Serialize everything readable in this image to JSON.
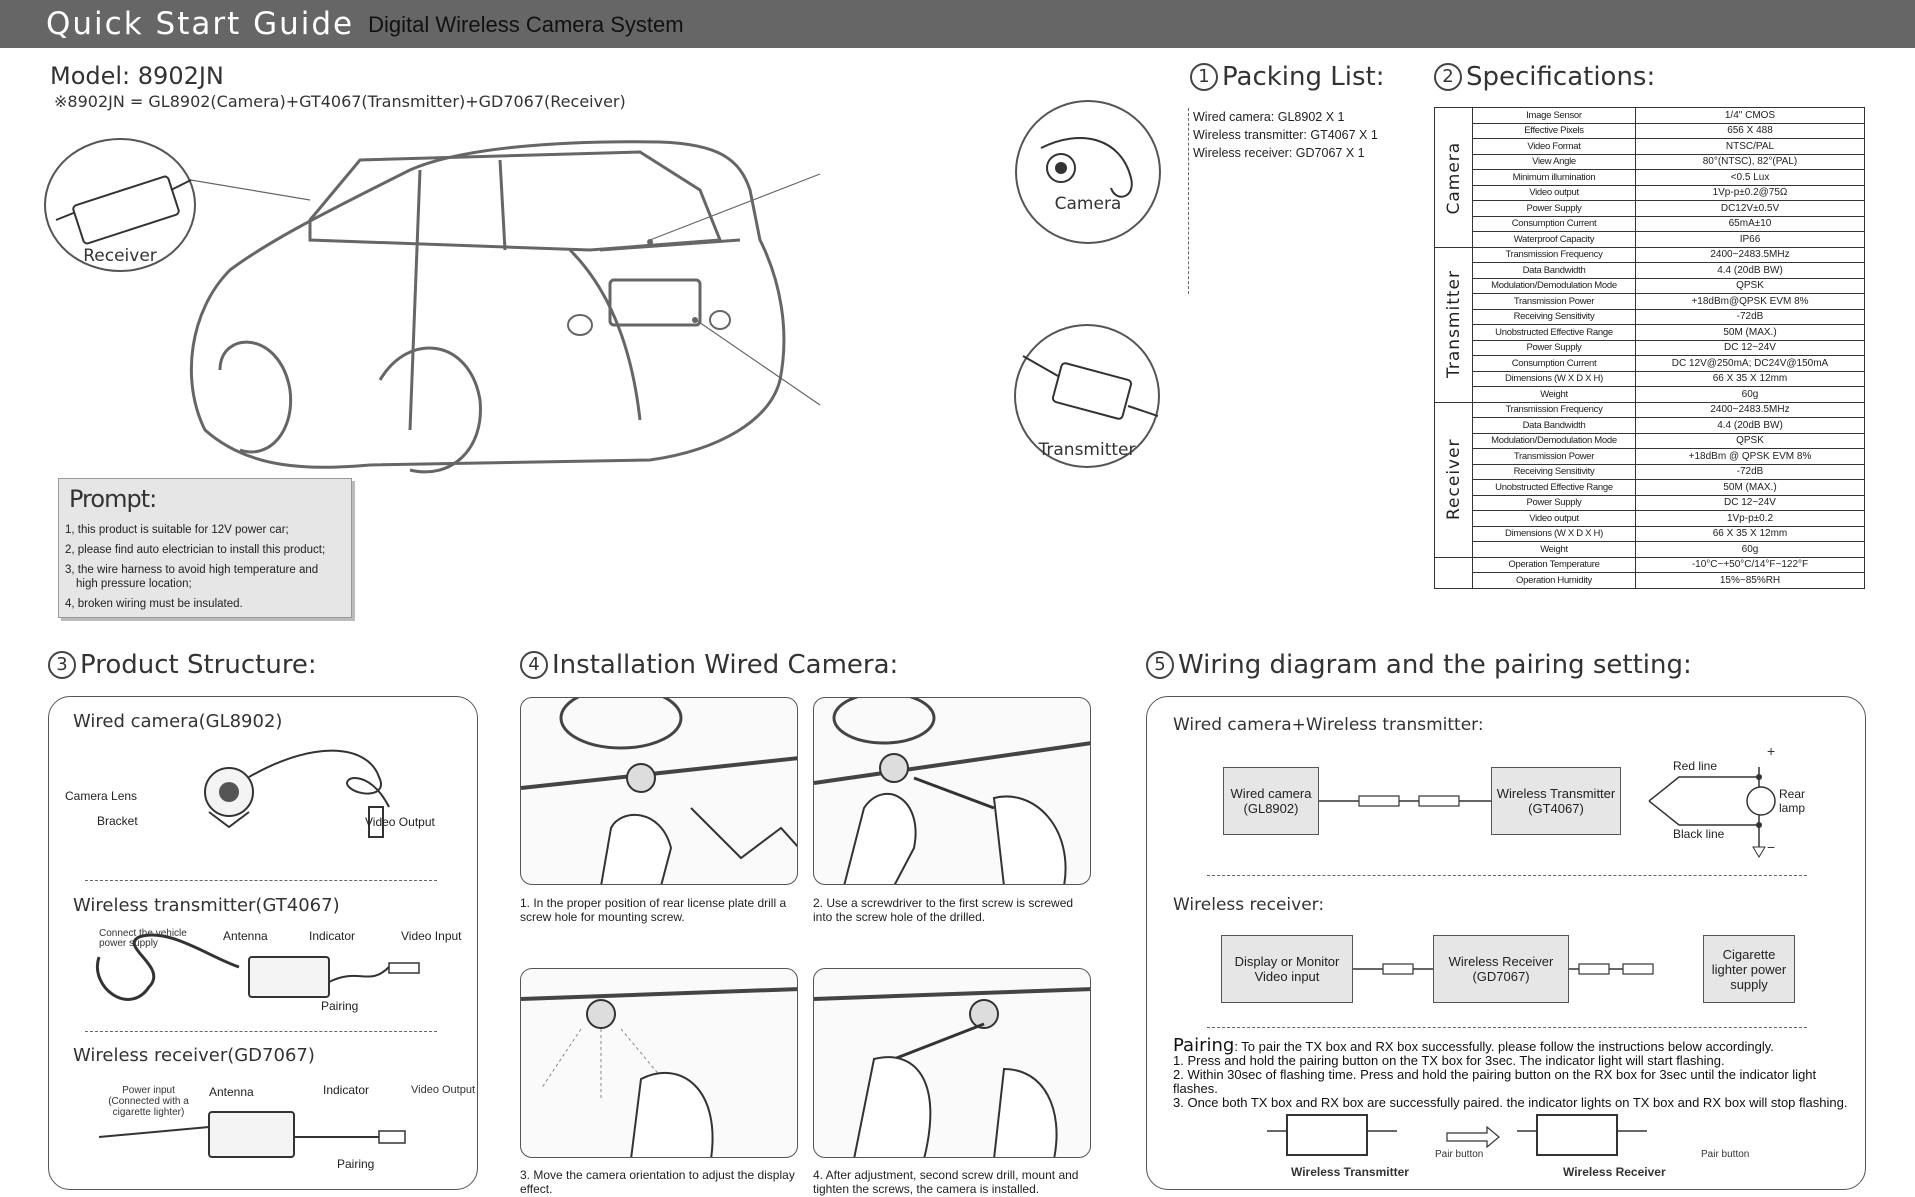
{
  "header": {
    "title": "Quick Start Guide",
    "subtitle": "Digital Wireless Camera System"
  },
  "model": {
    "name": "Model: 8902JN",
    "composition": "※8902JN = GL8902(Camera)+GT4067(Transmitter)+GD7067(Receiver)"
  },
  "car_diagram": {
    "receiver_label": "Receiver",
    "camera_label": "Camera",
    "transmitter_label": "Transmitter"
  },
  "prompt": {
    "title": "Prompt:",
    "items": [
      "1, this product is suitable for 12V power car;",
      "2, please find auto electrician to install this product;",
      "3, the wire harness to avoid high temperature and",
      "high pressure location;",
      "4, broken wiring must be insulated."
    ]
  },
  "packing": {
    "num": "①",
    "title": "Packing List:",
    "items": [
      "Wired camera: GL8902 X 1",
      "Wireless transmitter: GT4067 X 1",
      "Wireless receiver: GD7067 X 1"
    ]
  },
  "specs": {
    "num": "②",
    "title": "Specifications:",
    "groups": [
      {
        "name": "Camera",
        "rows": [
          [
            "Image Sensor",
            "1/4\" CMOS"
          ],
          [
            "Effective Pixels",
            "656 X 488"
          ],
          [
            "Video Format",
            "NTSC/PAL"
          ],
          [
            "View Angle",
            "80°(NTSC), 82°(PAL)"
          ],
          [
            "Minimum  illumination",
            "<0.5 Lux"
          ],
          [
            "Video output",
            "1Vp-p±0.2@75Ω"
          ],
          [
            "Power Supply",
            "DC12V±0.5V"
          ],
          [
            "Consumption Current",
            "65mA±10"
          ],
          [
            "Waterproof Capacity",
            "IP66"
          ]
        ]
      },
      {
        "name": "Transmitter",
        "rows": [
          [
            "Transmission Frequency",
            "2400~2483.5MHz"
          ],
          [
            "Data Bandwidth",
            "4.4 (20dB BW)"
          ],
          [
            "Modulation/Demodulation Mode",
            "QPSK"
          ],
          [
            "Transmission Power",
            "+18dBm@QPSK EVM 8%"
          ],
          [
            "Receiving Sensitivity",
            "-72dB"
          ],
          [
            "Unobstructed Effective Range",
            "50M (MAX.)"
          ],
          [
            "Power Supply",
            "DC 12~24V"
          ],
          [
            "Consumption Current",
            "DC 12V@250mA; DC24V@150mA"
          ],
          [
            "Dimensions (W X D X H)",
            "66 X 35 X 12mm"
          ],
          [
            "Weight",
            "60g"
          ]
        ]
      },
      {
        "name": "Receiver",
        "rows": [
          [
            "Transmission Frequency",
            "2400~2483.5MHz"
          ],
          [
            "Data Bandwidth",
            "4.4 (20dB BW)"
          ],
          [
            "Modulation/Demodulation Mode",
            "QPSK"
          ],
          [
            "Transmission Power",
            "+18dBm @ QPSK EVM 8%"
          ],
          [
            "Receiving Sensitivity",
            "-72dB"
          ],
          [
            "Unobstructed Effective Range",
            "50M (MAX.)"
          ],
          [
            "Power Supply",
            "DC 12~24V"
          ],
          [
            "Video  output",
            "1Vp-p±0.2"
          ],
          [
            "Dimensions (W X D X H)",
            "66 X 35 X 12mm"
          ],
          [
            "Weight",
            "60g"
          ]
        ]
      },
      {
        "name": "",
        "rows": [
          [
            "Operation Temperature",
            "-10°C~+50°C/14°F~122°F"
          ],
          [
            "Operation Humidity",
            "15%~85%RH"
          ]
        ]
      }
    ]
  },
  "structure": {
    "num": "③",
    "title": "Product Structure:",
    "camera": {
      "title": "Wired camera(GL8902)",
      "lens": "Camera Lens",
      "bracket": "Bracket",
      "video_output": "Video Output"
    },
    "transmitter": {
      "title": "Wireless transmitter(GT4067)",
      "power": "Connect the vehicle power supply",
      "antenna": "Antenna",
      "indicator": "Indicator",
      "video_input": "Video Input",
      "pairing": "Pairing"
    },
    "receiver": {
      "title": "Wireless receiver(GD7067)",
      "power": "Power input (Connected with a cigarette lighter)",
      "antenna": "Antenna",
      "indicator": "Indicator",
      "video_output": "Video Output",
      "pairing": "Pairing"
    }
  },
  "install": {
    "num": "④",
    "title": "Installation Wired Camera:",
    "steps": [
      "1. In the proper position of rear license plate drill a screw hole for mounting screw.",
      "2. Use a screwdriver to the first screw is screwed into the screw hole of the drilled.",
      "3. Move the camera orientation to adjust the display effect.",
      "4. After adjustment, second screw drill, mount and tighten the screws, the camera is installed."
    ]
  },
  "wiring": {
    "num": "⑤",
    "title": "Wiring diagram and the pairing setting:",
    "section1": "Wired camera+Wireless transmitter:",
    "camera_box": "Wired camera (GL8902)",
    "tx_box": "Wireless Transmitter (GT4067)",
    "red_line": "Red line",
    "black_line": "Black line",
    "rear_lamp": "Rear lamp",
    "plus": "+",
    "minus": "−",
    "section2": "Wireless receiver:",
    "display_box": "Display or Monitor Video input",
    "rx_box": "Wireless Receiver (GD7067)",
    "power_box": "Cigarette lighter power supply",
    "pairing_title": "Pairing",
    "pairing_intro": ": To pair the TX box and RX box successfully. please follow the instructions below accordingly.",
    "pairing_steps": [
      "1. Press and hold the pairing button on the TX box for 3sec. The indicator light will start flashing.",
      "2. Within 30sec of flashing time. Press and hold the pairing button on the RX box for  3sec until the indicator light flashes.",
      "3. Once both TX box and RX box are successfully paired. the indicator lights on TX box and RX box will stop flashing."
    ],
    "pair_button": "Pair button",
    "tx_label": "Wireless Transmitter",
    "rx_label": "Wireless Receiver"
  }
}
